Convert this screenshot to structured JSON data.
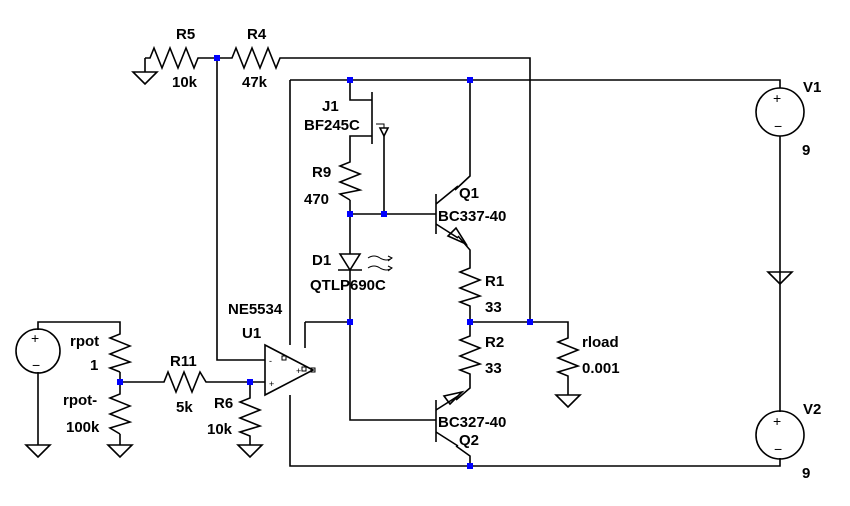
{
  "schematic": {
    "components": [
      {
        "ref": "R5",
        "value": "10k"
      },
      {
        "ref": "R4",
        "value": "47k"
      },
      {
        "ref": "J1",
        "value": "BF245C"
      },
      {
        "ref": "R9",
        "value": "470"
      },
      {
        "ref": "Q1",
        "value": "BC337-40"
      },
      {
        "ref": "D1",
        "value": "QTLP690C"
      },
      {
        "ref": "R1",
        "value": "33"
      },
      {
        "ref": "R2",
        "value": "33"
      },
      {
        "ref": "rload",
        "value": "0.001"
      },
      {
        "ref": "Q2",
        "value": "BC327-40"
      },
      {
        "ref": "U1",
        "value": "NE5534"
      },
      {
        "ref": "rpot",
        "value": "1"
      },
      {
        "ref": "rpot-",
        "value": "100k"
      },
      {
        "ref": "R11",
        "value": "5k"
      },
      {
        "ref": "R6",
        "value": "10k"
      },
      {
        "ref": "V1",
        "value": "9"
      },
      {
        "ref": "V2",
        "value": "9"
      }
    ],
    "opamp_pins": {
      "minus": "-",
      "plus": "+"
    },
    "source_signs": {
      "plus": "+",
      "minus": "−"
    },
    "colors": {
      "wire": "#000000",
      "junction": "#0000ff",
      "background": "#ffffff"
    }
  }
}
